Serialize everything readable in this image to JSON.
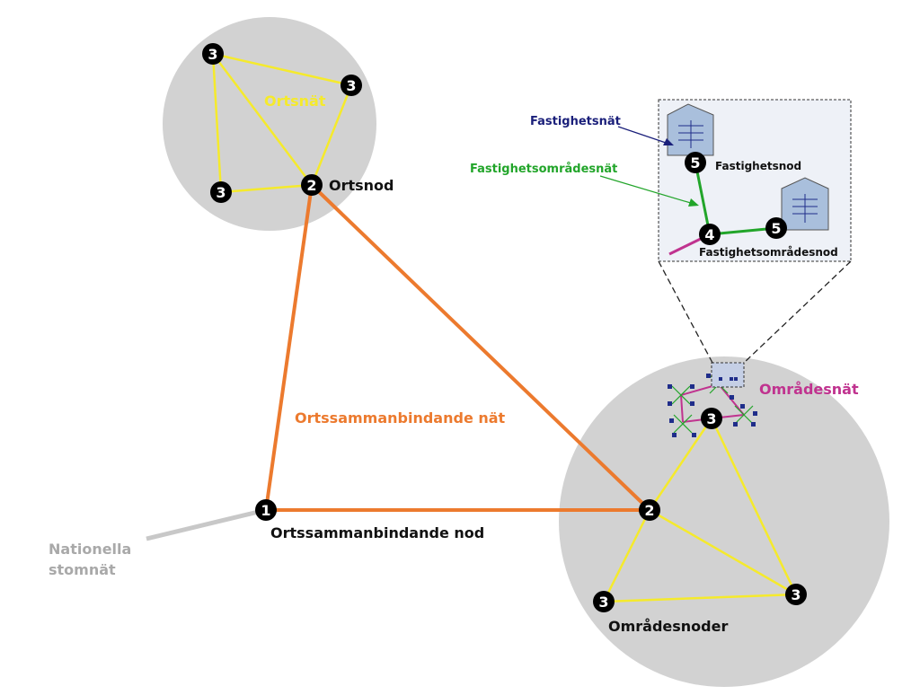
{
  "colors": {
    "circle_fill": "#d2d2d2",
    "ortsnat_line": "#f5ea2c",
    "ortssammanbindande_line": "#ec7a2e",
    "nationella_line": "#c8c8c8",
    "omradesnat_line": "#c0338f",
    "fastighetsomradesnat_line": "#22a52a",
    "fastighetsnat_label": "#1a1f7a",
    "omradesnat_label": "#c0338f",
    "ortsnat_label": "#f5ea2c",
    "ortssammanbindande_label": "#ec7a2e",
    "fastighetsomradesnat_label": "#22a52a",
    "nationella_label": "#a9a9a9",
    "node_fill": "#000000",
    "building_fill": "#a9bfdc",
    "inset_fill": "#eef1f7",
    "small_square": "#1f2d8a",
    "small_x": "#22a52a"
  },
  "labels": {
    "ortsnat": "Ortsnät",
    "ortsnod": "Ortsnod",
    "ortssammanbindande_nat": "Ortssammanbindande nät",
    "ortssammanbindande_nod": "Ortssammanbindande nod",
    "nationella_line1": "Nationella",
    "nationella_line2": "stomnät",
    "omradesnat": "Områdesnät",
    "omradesnoder": "Områdesnoder",
    "fastighetsnat": "Fastighetsnät",
    "fastighetsnod": "Fastighetsnod",
    "fastighetsomradesnat": "Fastighetsområdesnät",
    "fastighetsomradesnod": "Fastighetsområdesnod"
  },
  "nodes": {
    "ort_top_left": "3",
    "ort_top_right": "3",
    "ort_bottom_left": "3",
    "ortsnod": "2",
    "ortssammanbindande": "1",
    "omrade_hub": "2",
    "omrade_top": "3",
    "omrade_bottom_left": "3",
    "omrade_bottom_right": "3",
    "fastighet_1": "5",
    "fastighet_2": "5",
    "fastighetsomrade": "4"
  }
}
